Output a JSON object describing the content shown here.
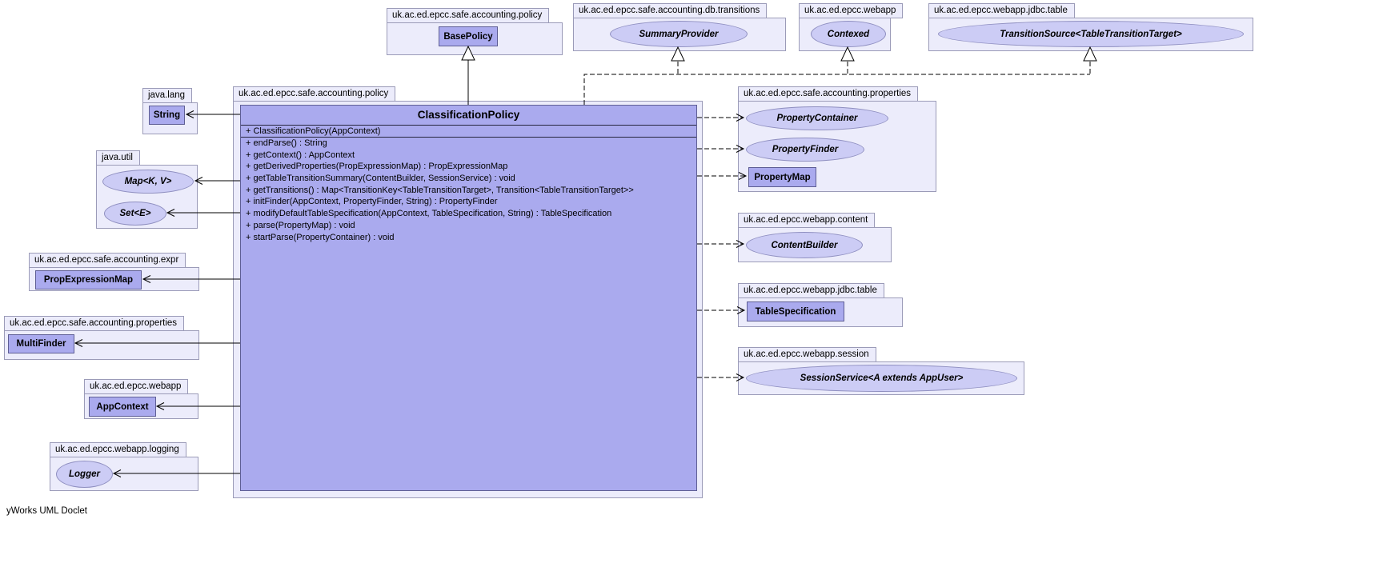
{
  "footer": "yWorks UML Doclet",
  "main_class": {
    "package_label": "uk.ac.ed.epcc.safe.accounting.policy",
    "name": "ClassificationPolicy",
    "constructor": "+ ClassificationPolicy(AppContext)",
    "methods": [
      "+ endParse() : String",
      "+ getContext() : AppContext",
      "+ getDerivedProperties(PropExpressionMap) : PropExpressionMap",
      "+ getTableTransitionSummary(ContentBuilder, SessionService) : void",
      "+ getTransitions() : Map<TransitionKey<TableTransitionTarget>, Transition<TableTransitionTarget>>",
      "+ initFinder(AppContext, PropertyFinder, String) : PropertyFinder",
      "+ modifyDefaultTableSpecification(AppContext, TableSpecification, String) : TableSpecification",
      "+ parse(PropertyMap) : void",
      "+ startParse(PropertyContainer) : void"
    ]
  },
  "packages": {
    "top_policy": {
      "label": "uk.ac.ed.epcc.safe.accounting.policy",
      "class_name": "BasePolicy"
    },
    "top_db_transitions": {
      "label": "uk.ac.ed.epcc.safe.accounting.db.transitions",
      "interface_name": "SummaryProvider"
    },
    "top_webapp": {
      "label": "uk.ac.ed.epcc.webapp",
      "interface_name": "Contexed"
    },
    "top_jdbc_table": {
      "label": "uk.ac.ed.epcc.webapp.jdbc.table",
      "interface_name": "TransitionSource<TableTransitionTarget>"
    },
    "java_lang": {
      "label": "java.lang",
      "class_name": "String"
    },
    "java_util": {
      "label": "java.util",
      "map_interface": "Map<K, V>",
      "set_interface": "Set<E>"
    },
    "expr": {
      "label": "uk.ac.ed.epcc.safe.accounting.expr",
      "class_name": "PropExpressionMap"
    },
    "left_properties": {
      "label": "uk.ac.ed.epcc.safe.accounting.properties",
      "class_name": "MultiFinder"
    },
    "left_webapp": {
      "label": "uk.ac.ed.epcc.webapp",
      "class_name": "AppContext"
    },
    "logging": {
      "label": "uk.ac.ed.epcc.webapp.logging",
      "interface_name": "Logger"
    },
    "right_properties": {
      "label": "uk.ac.ed.epcc.safe.accounting.properties",
      "property_container": "PropertyContainer",
      "property_finder": "PropertyFinder",
      "property_map": "PropertyMap"
    },
    "content": {
      "label": "uk.ac.ed.epcc.webapp.content",
      "interface_name": "ContentBuilder"
    },
    "right_jdbc_table": {
      "label": "uk.ac.ed.epcc.webapp.jdbc.table",
      "class_name": "TableSpecification"
    },
    "session": {
      "label": "uk.ac.ed.epcc.webapp.session",
      "interface_name": "SessionService<A extends AppUser>"
    }
  },
  "colors": {
    "package_fill": "#ECECFB",
    "package_border": "#9B9BB8",
    "class_fill": "#AAAAEE",
    "interface_fill": "#CCCCF5",
    "line": "#000000"
  }
}
